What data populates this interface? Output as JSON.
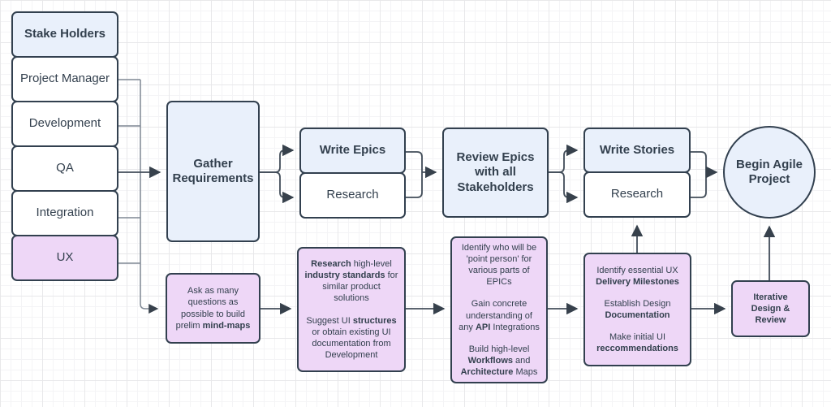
{
  "diagram": {
    "colors": {
      "node_blue": "#e9f0fb",
      "node_purple": "#eed7f7",
      "node_white": "#ffffff",
      "node_border": "#32404f",
      "connector": "#424d59"
    },
    "stakeholders": {
      "header": "Stake Holders",
      "items": [
        "Project Manager",
        "Development",
        "QA",
        "Integration",
        "UX"
      ]
    },
    "flow": {
      "gather": "Gather Requirements",
      "write_epics": "Write Epics",
      "research_top": "Research",
      "review_epics": "Review Epics with all Stakeholders",
      "write_stories": "Write Stories",
      "research_bottom": "Research",
      "begin": "Begin Agile Project"
    },
    "ux_track": {
      "mind_maps": [
        {
          "t": "Ask as many questions as possible to build prelim "
        },
        {
          "t": "mind-maps",
          "b": true
        }
      ],
      "industry_research": {
        "paras": [
          [
            {
              "t": "Research",
              "b": true
            },
            {
              "t": " high-level "
            },
            {
              "t": "industry standards",
              "b": true
            },
            {
              "t": " for similar product solutions"
            }
          ],
          [
            {
              "t": "Suggest UI "
            },
            {
              "t": "structures",
              "b": true
            },
            {
              "t": " or obtain existing UI documentation from Development"
            }
          ]
        ]
      },
      "point_person": {
        "paras": [
          [
            {
              "t": "Identify who will be 'point person' for various parts of EPICs"
            }
          ],
          [
            {
              "t": "Gain concrete understanding of any "
            },
            {
              "t": "API",
              "b": true
            },
            {
              "t": " Integrations"
            }
          ],
          [
            {
              "t": "Build high-level "
            },
            {
              "t": "Workflows",
              "b": true
            },
            {
              "t": " and "
            },
            {
              "t": "Architecture",
              "b": true
            },
            {
              "t": " Maps"
            }
          ]
        ]
      },
      "ux_milestones": {
        "paras": [
          [
            {
              "t": "Identify essential UX "
            },
            {
              "t": "Delivery Milestones",
              "b": true
            }
          ],
          [
            {
              "t": "Establish Design "
            },
            {
              "t": "Documentation",
              "b": true
            }
          ],
          [
            {
              "t": "Make initial UI "
            },
            {
              "t": "reccommendations",
              "b": true
            }
          ]
        ]
      },
      "iterative": [
        {
          "t": "Iterative Design & Review",
          "b": true
        }
      ]
    }
  }
}
